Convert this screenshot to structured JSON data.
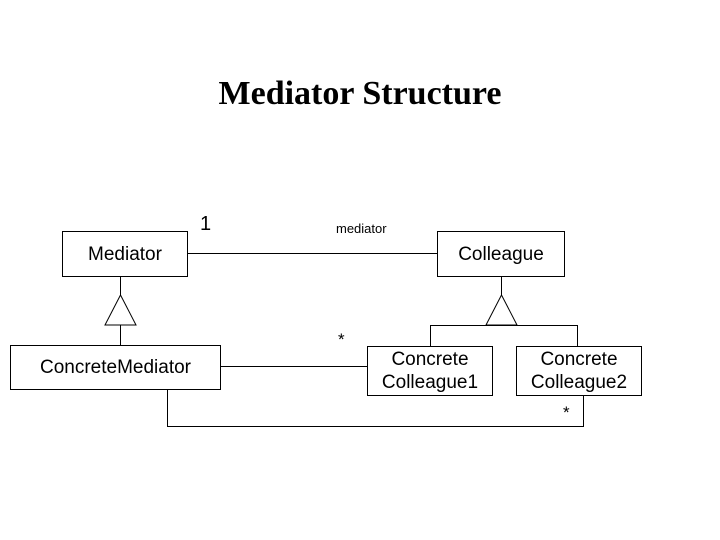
{
  "slide": {
    "title": "Mediator Structure",
    "background_color": "#ffffff",
    "line_color": "#000000",
    "text_color": "#000000"
  },
  "diagram": {
    "type": "uml-class-diagram",
    "classes": [
      {
        "id": "mediator",
        "name": "Mediator"
      },
      {
        "id": "colleague",
        "name": "Colleague"
      },
      {
        "id": "concrete-mediator",
        "name": "ConcreteMediator"
      },
      {
        "id": "concrete-colleague-1",
        "name_line_1": "Concrete",
        "name_line_2": "Colleague1"
      },
      {
        "id": "concrete-colleague-2",
        "name_line_1": "Concrete",
        "name_line_2": "Colleague2"
      }
    ],
    "labels": {
      "mediator_multiplicity": "1",
      "mediator_role": "mediator",
      "colleague_multiplicity": "*",
      "colleague2_multiplicity": "*"
    },
    "relationships": [
      {
        "from": "mediator",
        "to": "colleague",
        "type": "association",
        "source_multiplicity": "1",
        "role": "mediator"
      },
      {
        "from": "concrete-mediator",
        "to": "mediator",
        "type": "generalization"
      },
      {
        "from": "concrete-colleague-1",
        "to": "colleague",
        "type": "generalization"
      },
      {
        "from": "concrete-colleague-2",
        "to": "colleague",
        "type": "generalization"
      },
      {
        "from": "concrete-mediator",
        "to": "concrete-colleague-1",
        "type": "association",
        "target_multiplicity": "*"
      },
      {
        "from": "concrete-mediator",
        "to": "concrete-colleague-2",
        "type": "association",
        "target_multiplicity": "*"
      }
    ]
  }
}
